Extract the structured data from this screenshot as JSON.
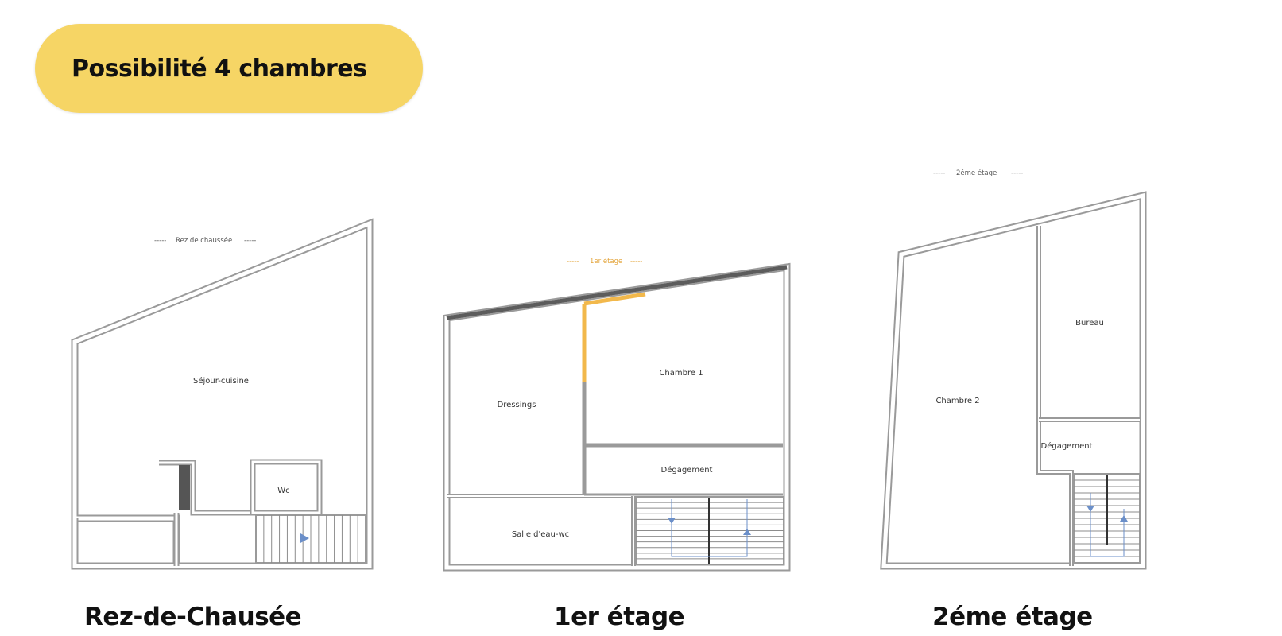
{
  "badge": {
    "label": "Possibilité 4 chambres",
    "color": "#f6d565"
  },
  "plans": {
    "ground": {
      "caption": "Rez-de-Chausée",
      "floor_label": "Rez de chaussée",
      "rooms": {
        "sejour": "Séjour-cuisine",
        "wc": "Wc"
      }
    },
    "first": {
      "caption": "1er étage",
      "floor_label": "1er étage",
      "rooms": {
        "dressings": "Dressings",
        "chambre1": "Chambre 1",
        "degagement": "Dégagement",
        "salle": "Salle d'eau-wc"
      }
    },
    "second": {
      "caption": "2éme étage",
      "floor_label": "2éme étage",
      "rooms": {
        "bureau": "Bureau",
        "chambre2": "Chambre 2",
        "degagement": "Dégagement"
      }
    }
  },
  "colors": {
    "wall": "#9a9a9a",
    "accent": "#f2b84b",
    "stair_arrow": "#6b8fc9"
  }
}
